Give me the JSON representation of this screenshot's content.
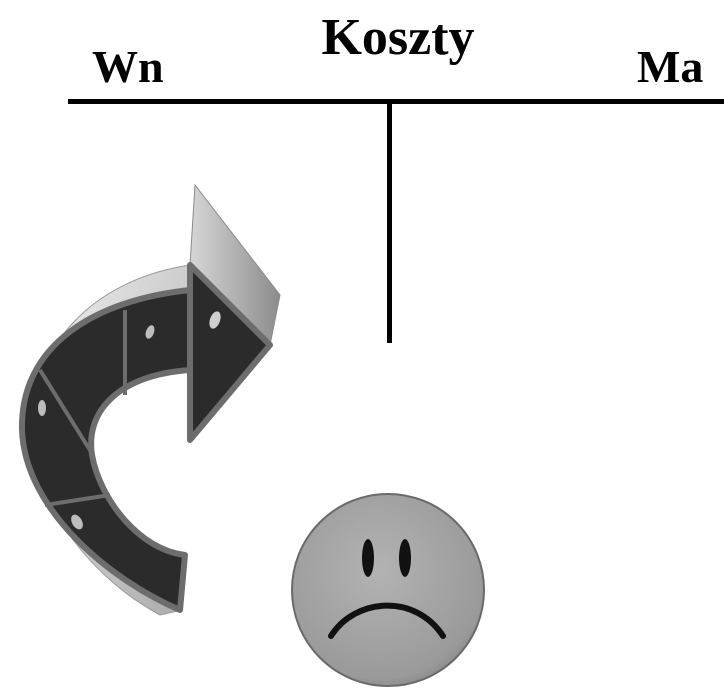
{
  "account": {
    "title": "Koszty",
    "debit_label": "Wn",
    "credit_label": "Ma"
  },
  "icons": {
    "arrow": "curved-arrow-icon",
    "face": "sad-face-icon"
  },
  "colors": {
    "ink": "#000000",
    "arrow_dark": "#2b2b2b",
    "arrow_light": "#c8c8c8",
    "face_fill": "#9a9a9a"
  }
}
